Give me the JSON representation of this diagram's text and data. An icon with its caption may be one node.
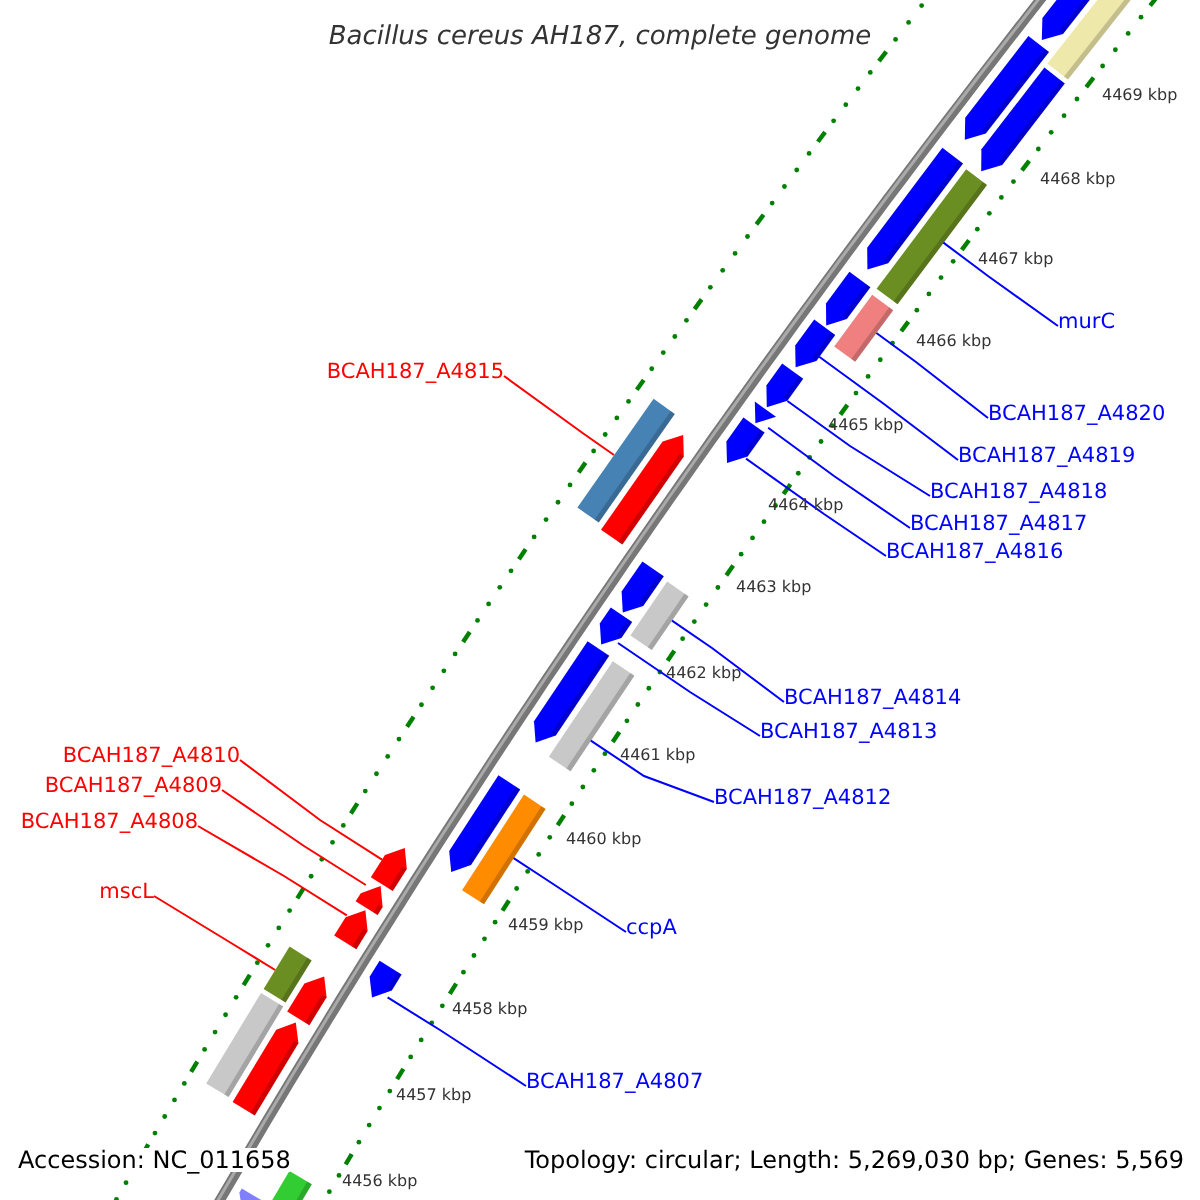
{
  "diagram": {
    "title": "Bacillus cereus AH187, complete genome",
    "nodes": [
      {
        "text": [
          "murC"
        ]
      },
      {
        "text": [
          "BCAH187_A4815"
        ]
      },
      {
        "text": [
          "BCAH187_A4820"
        ]
      },
      {
        "text": [
          "BCAH187_A4819"
        ]
      },
      {
        "text": [
          "BCAH187_A4818"
        ]
      },
      {
        "text": [
          "BCAH187_A4817"
        ]
      },
      {
        "text": [
          "BCAH187_A4816"
        ]
      },
      {
        "text": [
          "BCAH187_A4814"
        ]
      },
      {
        "text": [
          "BCAH187_A4813"
        ]
      },
      {
        "text": [
          "BCAH187_A4810"
        ]
      },
      {
        "text": [
          "BCAH187_A4809"
        ]
      },
      {
        "text": [
          "BCAH187_A4812"
        ]
      },
      {
        "text": [
          "BCAH187_A4808"
        ]
      },
      {
        "text": [
          "mscL"
        ]
      },
      {
        "text": [
          "ccpA"
        ]
      },
      {
        "text": [
          "BCAH187_A4807"
        ]
      },
      {
        "text": [],
        "shape": "bar"
      },
      {
        "text": [],
        "shape": "bar"
      },
      {
        "text": [],
        "shape": "bar"
      },
      {
        "text": [],
        "shape": "bar"
      },
      {
        "text": [],
        "shape": "bar"
      },
      {
        "text": [],
        "shape": "bar"
      },
      {
        "text": [],
        "shape": "bar"
      },
      {
        "text": [],
        "shape": "bar"
      },
      {
        "text": [],
        "shape": "bar"
      },
      {
        "text": [],
        "shape": "bar"
      },
      {
        "text": [],
        "shape": "bar"
      },
      {
        "text": [],
        "shape": "bar"
      },
      {
        "text": [],
        "shape": "bar"
      },
      {
        "text": [],
        "shape": "bar"
      },
      {
        "text": [],
        "shape": "bar"
      },
      {
        "text": [],
        "shape": "bar"
      },
      {
        "text": [],
        "shape": "bar"
      },
      {
        "text": [],
        "shape": "bar"
      },
      {
        "text": [],
        "shape": "bar"
      },
      {
        "text": [],
        "shape": "bar"
      },
      {
        "text": [],
        "shape": "bar"
      },
      {
        "text": [],
        "shape": "bar"
      },
      {
        "text": [],
        "shape": "bar"
      },
      {
        "text": [],
        "shape": "bar"
      },
      {
        "text": [],
        "shape": "bar"
      },
      {
        "text": [],
        "shape": "bar"
      },
      {
        "text": [],
        "shape": "bar"
      },
      {
        "text": [],
        "shape": "bar"
      },
      {
        "text": [],
        "shape": "bar"
      },
      {
        "text": [],
        "shape": "bar"
      },
      {
        "text": [],
        "shape": "bar"
      }
    ],
    "edges": [
      {
        "from": 0,
        "to": 21,
        "arrow": "none"
      },
      {
        "from": 1,
        "to": 28,
        "arrow": "none",
        "color": "#ff0000"
      },
      {
        "from": 2,
        "to": 23,
        "arrow": "none"
      },
      {
        "from": 3,
        "to": 24,
        "arrow": "none"
      },
      {
        "from": 4,
        "to": 25,
        "arrow": "none"
      },
      {
        "from": 5,
        "to": 26,
        "arrow": "none"
      },
      {
        "from": 6,
        "to": 27,
        "arrow": "none"
      },
      {
        "from": 7,
        "to": 31,
        "arrow": "none"
      },
      {
        "from": 8,
        "to": 32,
        "arrow": "none"
      },
      {
        "from": 9,
        "to": 37,
        "arrow": "none",
        "color": "#ff0000"
      },
      {
        "from": 10,
        "to": 38,
        "arrow": "none",
        "color": "#ff0000"
      },
      {
        "from": 11,
        "to": 34,
        "arrow": "none"
      },
      {
        "from": 12,
        "to": 39,
        "arrow": "none",
        "color": "#ff0000"
      },
      {
        "from": 13,
        "to": 41,
        "arrow": "none",
        "color": "#ff0000"
      },
      {
        "from": 14,
        "to": 36,
        "arrow": "none"
      },
      {
        "from": 15,
        "to": 40,
        "arrow": "none"
      }
    ],
    "labels": [
      "4469 kbp",
      "4468 kbp",
      "4467 kbp",
      "4466 kbp",
      "4465 kbp",
      "4464 kbp",
      "4463 kbp",
      "4462 kbp",
      "4461 kbp",
      "4460 kbp",
      "4459 kbp",
      "4458 kbp",
      "4457 kbp",
      "4456 kbp",
      "Accession: NC_011658",
      "Topology: circular; Length: 5,269,030 bp; Genes: 5,569"
    ]
  }
}
